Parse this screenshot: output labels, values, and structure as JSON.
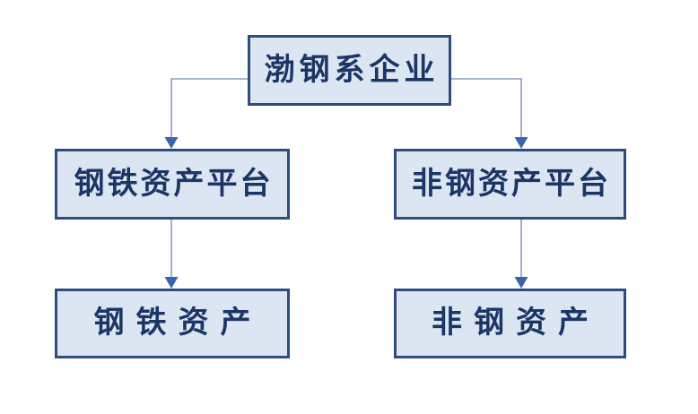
{
  "diagram": {
    "type": "org-chart",
    "nodes": [
      {
        "id": "root",
        "label": "渤钢系企业",
        "level": 1
      },
      {
        "id": "steel-platform",
        "label": "钢铁资产平台",
        "level": 2
      },
      {
        "id": "nonsteel-platform",
        "label": "非钢资产平台",
        "level": 2
      },
      {
        "id": "steel-assets",
        "label": "钢铁资产",
        "level": 3
      },
      {
        "id": "nonsteel-assets",
        "label": "非钢资产",
        "level": 3
      }
    ],
    "edges": [
      {
        "from": "root",
        "to": "steel-platform"
      },
      {
        "from": "root",
        "to": "nonsteel-platform"
      },
      {
        "from": "steel-platform",
        "to": "steel-assets"
      },
      {
        "from": "nonsteel-platform",
        "to": "nonsteel-assets"
      }
    ],
    "colors": {
      "box_fill": "#dce6f2",
      "box_border": "#2e4c7c",
      "text": "#1b3666",
      "connector_line": "#8b9dc3",
      "arrowhead": "#3b63ae",
      "background": "#ffffff"
    }
  }
}
